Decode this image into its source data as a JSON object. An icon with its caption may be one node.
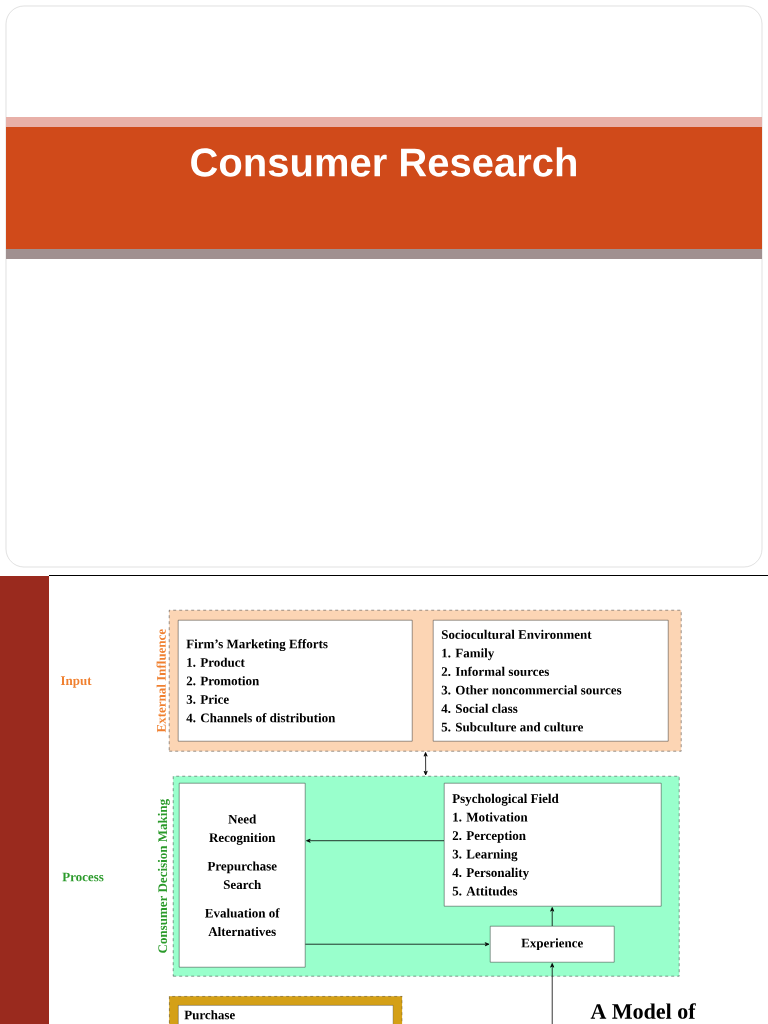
{
  "diagram": {
    "title": "Consumer Research",
    "nodes": [
      {
        "text": [
          "External Influence"
        ]
      },
      {
        "text": [
          "Firm’s Marketing Efforts",
          "1. Product",
          "2. Promotion",
          "3. Price",
          "4. Channels of distribution"
        ],
        "in": 0
      },
      {
        "text": [
          "Sociocultural Environment",
          "1. Family",
          "2. Informal sources",
          "3. Other noncommercial sources",
          "4. Social class",
          "5. Subculture and culture"
        ],
        "in": 0
      },
      {
        "text": [
          "Consumer Decision Making"
        ]
      },
      {
        "text": [
          "Need Recognition",
          "Prepurchase Search",
          "Evaluation of Alternatives"
        ],
        "in": 3
      },
      {
        "text": [
          "Psychological Field",
          "1. Motivation",
          "2. Perception",
          "3. Learning",
          "4. Personality",
          "5. Attitudes"
        ],
        "in": 3
      },
      {
        "text": [
          "Experience"
        ],
        "in": 3
      },
      {
        "text": [],
        "shape": "box"
      },
      {
        "text": [
          "Purchase"
        ],
        "in": 7
      }
    ],
    "edges": [
      {
        "from": 0,
        "to": 3,
        "arrow": "both"
      },
      {
        "from": 5,
        "to": 4,
        "arrow": "to"
      },
      {
        "from": 4,
        "to": 6,
        "arrow": "to"
      },
      {
        "from": 6,
        "to": 5,
        "arrow": "to"
      },
      {
        "from": null,
        "to": 6,
        "arrow": "to"
      }
    ],
    "labels": [
      "Input",
      "Process",
      "A Model of"
    ]
  }
}
